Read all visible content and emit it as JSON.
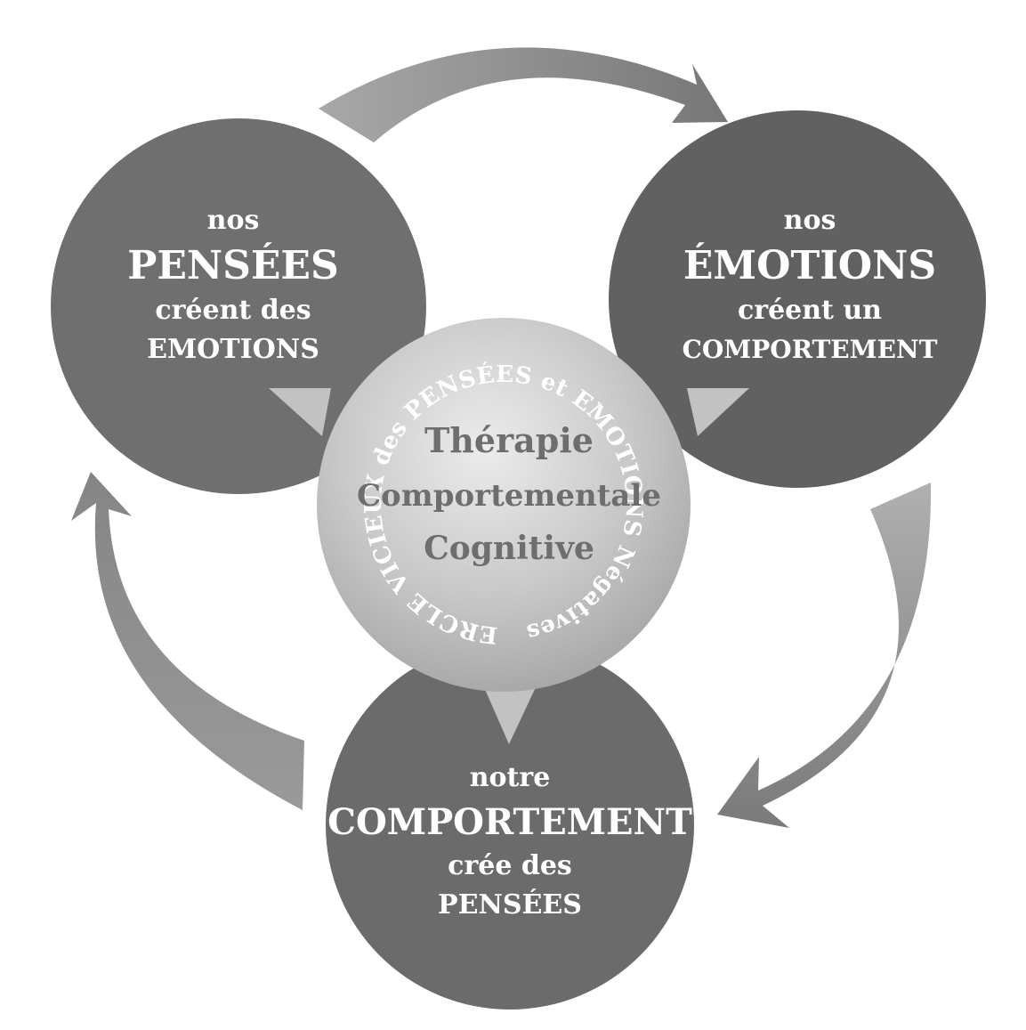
{
  "colors": {
    "background": "#ffffff",
    "circle_thoughts": "#6f6f6f",
    "circle_emotions": "#626262",
    "circle_behavior": "#6a6a6a",
    "arrow": "#8a8a8a",
    "center_light": "#e8e8e8",
    "center_dark": "#a4a4a4",
    "center_text": "#6e6e6e"
  },
  "nodes": {
    "thoughts": {
      "line1": "nos",
      "line2": "PENSÉES",
      "line3": "créent des",
      "line4": "EMOTIONS"
    },
    "emotions": {
      "line1": "nos",
      "line2": "ÉMOTIONS",
      "line3": "créent un",
      "line4": "COMPORTEMENT"
    },
    "behavior": {
      "line1": "notre",
      "line2": "COMPORTEMENT",
      "line3": "crée des",
      "line4": "PENSÉES"
    }
  },
  "center": {
    "ring_text": "CASSER le CERCLE VICIEUX des PENSÉES et EMOTIONS Négatives",
    "title_line1": "Thérapie",
    "title_line2": "Comportementale",
    "title_line3": "Cognitive"
  }
}
